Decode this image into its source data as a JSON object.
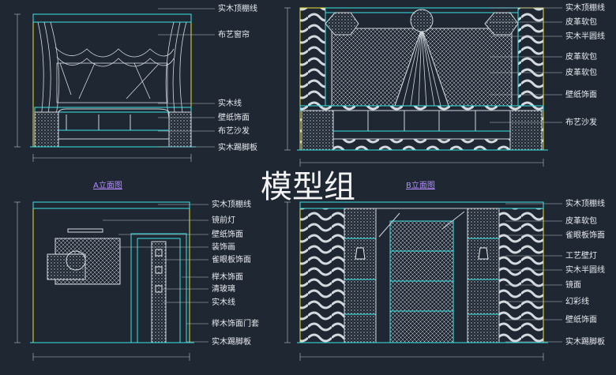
{
  "watermark": "模型组",
  "colors": {
    "background": "#1f2733",
    "cyan": "#39e5e6",
    "yellow": "#e8e23a",
    "white": "#e8ecf0",
    "title": "#b08cff"
  },
  "view_a": {
    "labels": [
      "实木顶棚线",
      "布艺窗帘",
      "实木线",
      "壁纸饰面",
      "布艺沙发",
      "实木踢脚板"
    ]
  },
  "view_b": {
    "labels": [
      "实木顶棚线",
      "皮革软包",
      "实木半圆线",
      "皮革软包",
      "皮革软包",
      "壁纸饰面",
      "布艺沙发"
    ]
  },
  "view_c": {
    "title": "A立面图",
    "labels": [
      "实木顶棚线",
      "镜前灯",
      "壁纸饰面",
      "装饰画",
      "雀眼板饰面",
      "榉木饰面",
      "清玻璃",
      "实木线",
      "榉木饰面门套",
      "实木踢脚板"
    ]
  },
  "view_d": {
    "title": "B立面图",
    "labels": [
      "实木顶棚线",
      "皮革软包",
      "雀眼板饰面",
      "工艺壁灯",
      "实木半圆线",
      "镜面",
      "幻彩线",
      "壁纸饰面",
      "实木踢脚板"
    ]
  }
}
